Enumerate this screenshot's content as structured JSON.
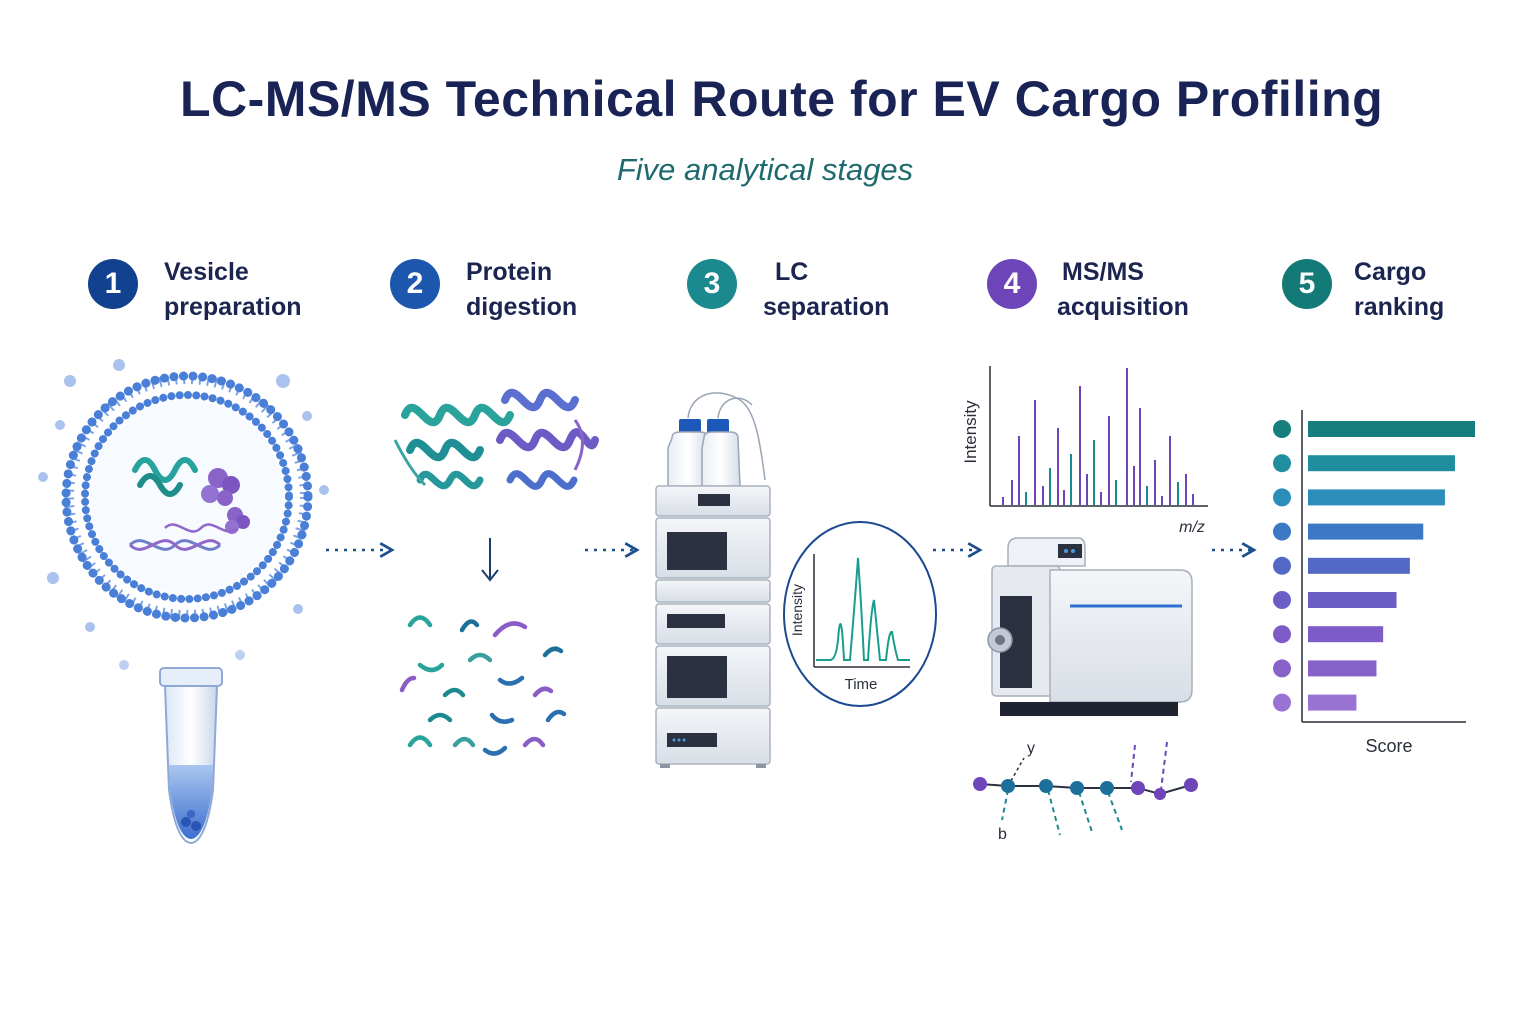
{
  "title": "LC-MS/MS Technical Route for EV Cargo Profiling",
  "subtitle": "Five analytical stages",
  "steps": [
    {
      "number": "1",
      "line1": "Vesicle",
      "line2": "preparation",
      "color": "#12418f"
    },
    {
      "number": "2",
      "line1": "Protein",
      "line2": "digestion",
      "color": "#1d56ad"
    },
    {
      "number": "3",
      "line1": "LC",
      "line2": "separation",
      "color": "#1b8a8e"
    },
    {
      "number": "4",
      "line1": "MS/MS",
      "line2": "acquisition",
      "color": "#6d45b8"
    },
    {
      "number": "5",
      "line1": "Cargo",
      "line2": "ranking",
      "color": "#137a77"
    }
  ],
  "chromatogram": {
    "ylabel": "Intensity",
    "xlabel": "Time"
  },
  "spectrum": {
    "ylabel": "Intensity",
    "xlabel": "m/z"
  },
  "fragment": {
    "y_label": "y",
    "b_label": "b"
  },
  "ranking": {
    "xlabel": "Score",
    "values": [
      1.0,
      0.88,
      0.82,
      0.69,
      0.61,
      0.53,
      0.45,
      0.41,
      0.29
    ],
    "colors": [
      "#167f7e",
      "#1f8f9f",
      "#2a8dba",
      "#3c78c5",
      "#5268c4",
      "#6a5ec5",
      "#7d5cc7",
      "#8762c9",
      "#9a72d3"
    ]
  },
  "colors": {
    "accent_teal": "#1b8a8e",
    "accent_purple": "#6d45b8",
    "accent_blue": "#1d56ad",
    "navy": "#1a2356"
  }
}
